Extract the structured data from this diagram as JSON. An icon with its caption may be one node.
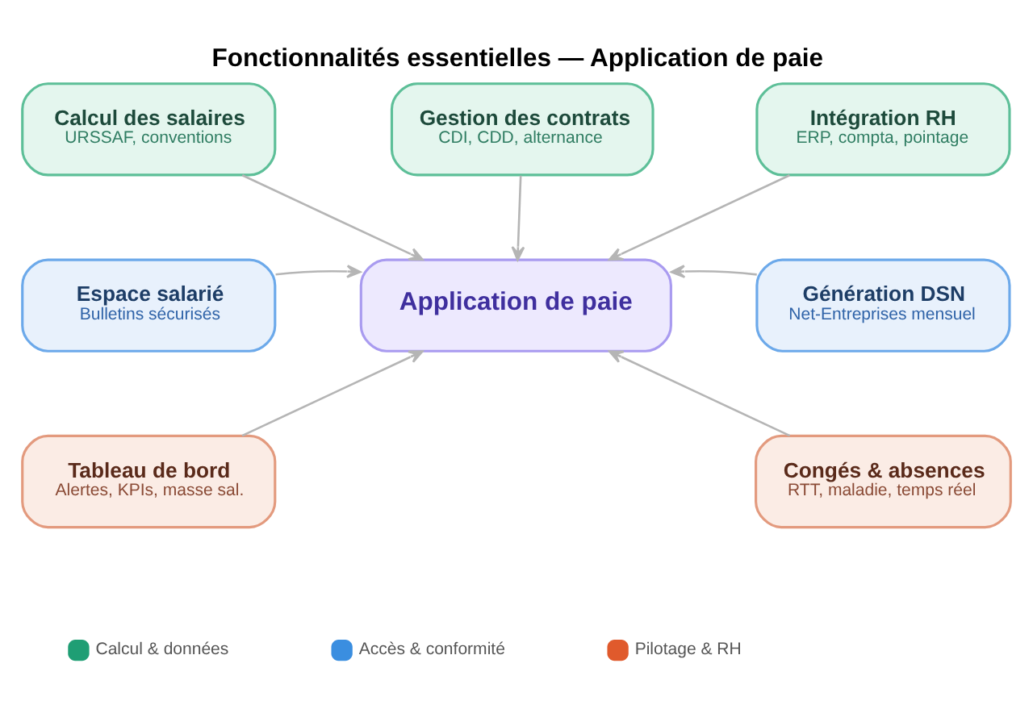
{
  "diagram": {
    "title": "Fonctionnalités essentielles — Application de paie",
    "nodes": [
      {
        "text": [
          "Calcul des salaires",
          "URSSAF, conventions"
        ]
      },
      {
        "text": [
          "Gestion des contrats",
          "CDI, CDD, alternance"
        ]
      },
      {
        "text": [
          "Intégration RH",
          "ERP, compta, pointage"
        ]
      },
      {
        "text": [
          "Espace salarié",
          "Bulletins sécurisés"
        ]
      },
      {
        "text": [
          "Application de paie"
        ]
      },
      {
        "text": [
          "Génération DSN",
          "Net-Entreprises mensuel"
        ]
      },
      {
        "text": [
          "Tableau de bord",
          "Alertes, KPIs, masse sal."
        ]
      },
      {
        "text": [
          "Congés & absences",
          "RTT, maladie, temps réel"
        ]
      }
    ],
    "edges": [
      {
        "from": 0,
        "to": 4,
        "arrow": "to"
      },
      {
        "from": 1,
        "to": 4,
        "arrow": "to"
      },
      {
        "from": 2,
        "to": 4,
        "arrow": "to"
      },
      {
        "from": 3,
        "to": 4,
        "arrow": "to"
      },
      {
        "from": 5,
        "to": 4,
        "arrow": "to"
      },
      {
        "from": 6,
        "to": 4,
        "arrow": "to"
      },
      {
        "from": 7,
        "to": 4,
        "arrow": "to"
      }
    ],
    "legend": [
      {
        "text": "Calcul & données",
        "color": "#1f9e74"
      },
      {
        "text": "Accès & conformité",
        "color": "#3a8ee0"
      },
      {
        "text": "Pilotage & RH",
        "color": "#e05a2c"
      }
    ]
  }
}
